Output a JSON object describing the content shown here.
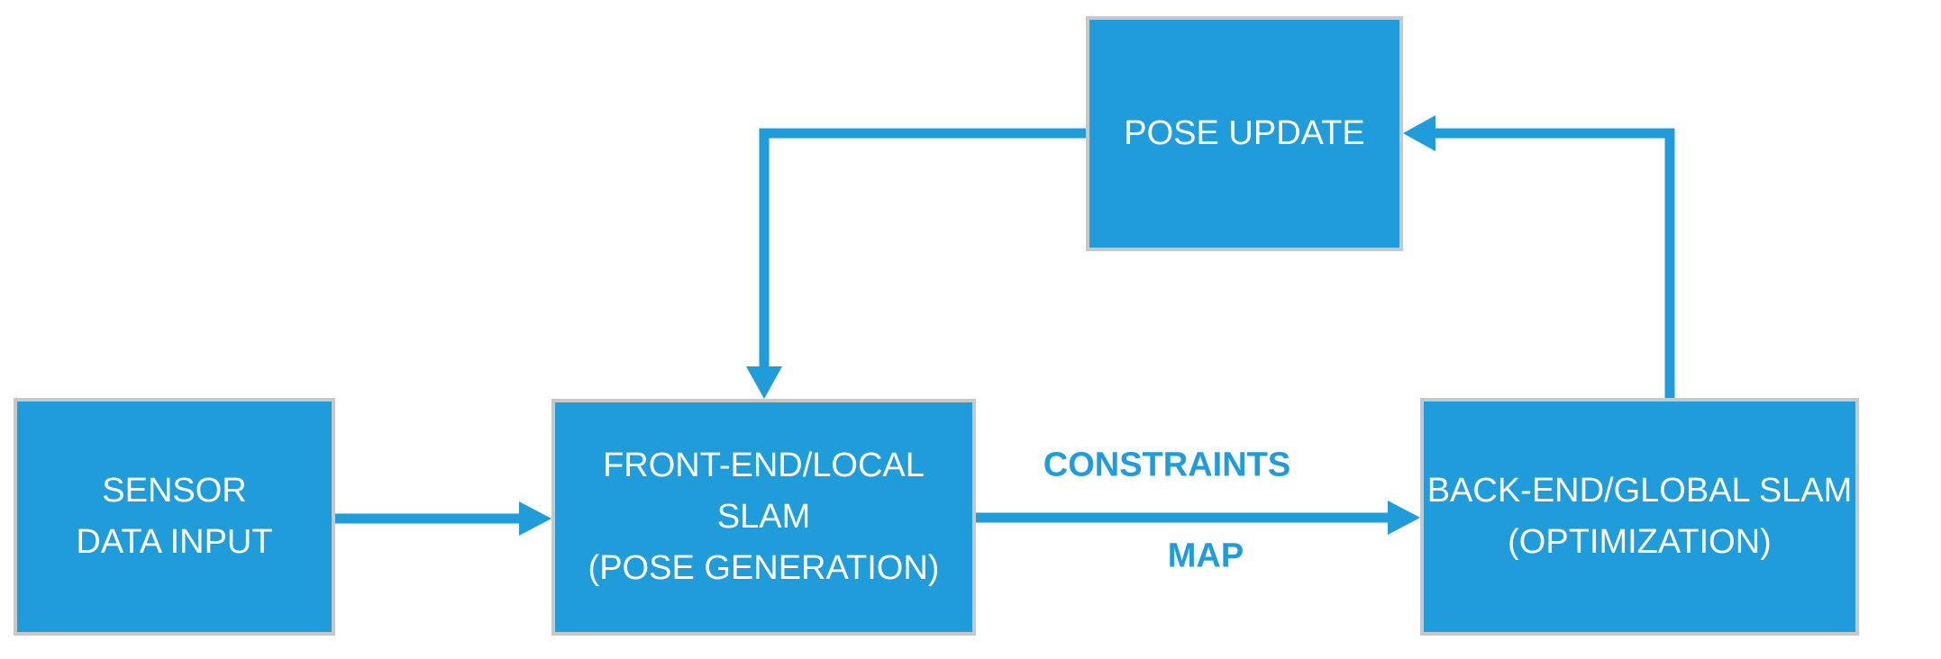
{
  "diagram": {
    "type": "flowchart",
    "background_color": "#FFFFFF",
    "accent_color": "#1F9CD9",
    "node_fill_color": "#1F9CD9",
    "node_border_color": "#C8C8C8",
    "node_text_color": "#FFFFFF",
    "nodes": [
      {
        "id": "sensor",
        "label": "SENSOR\nDATA INPUT"
      },
      {
        "id": "frontend",
        "label": "FRONT-END/LOCAL\nSLAM\n(POSE GENERATION)"
      },
      {
        "id": "backend",
        "label": "BACK-END/GLOBAL SLAM\n(OPTIMIZATION)"
      },
      {
        "id": "pose_update",
        "label": "POSE UPDATE"
      }
    ],
    "edges": [
      {
        "from": "sensor",
        "to": "frontend",
        "labels": []
      },
      {
        "from": "frontend",
        "to": "backend",
        "labels": [
          "CONSTRAINTS",
          "MAP"
        ]
      },
      {
        "from": "backend",
        "to": "pose_update",
        "labels": []
      },
      {
        "from": "pose_update",
        "to": "frontend",
        "labels": []
      }
    ]
  }
}
